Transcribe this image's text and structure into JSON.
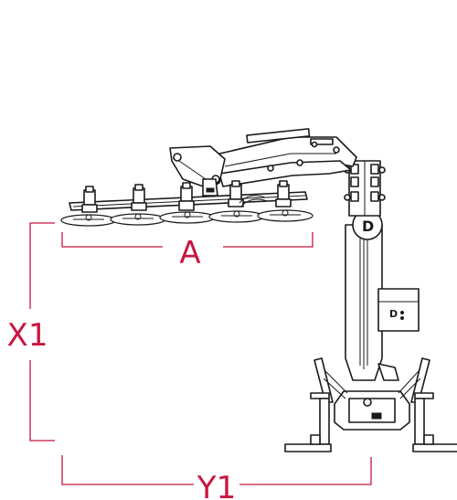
{
  "dimensions": {
    "a_label": "A",
    "x1_label": "X1",
    "y1_label": "Y1"
  },
  "colors": {
    "dimension": "#c8163f",
    "dimension_line": "#c8163f",
    "machine_outline": "#1a1a1a",
    "background": "#ffffff"
  },
  "icons": {
    "brand_logo": "D-logo-icon"
  }
}
